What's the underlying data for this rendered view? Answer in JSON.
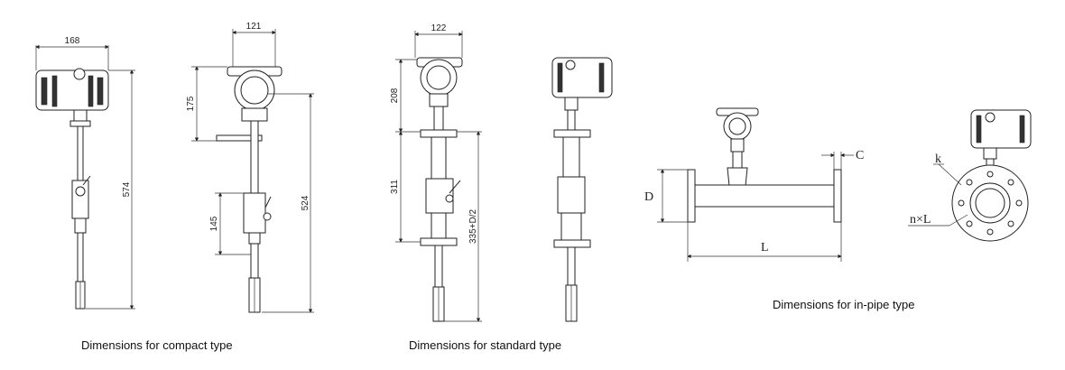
{
  "compact": {
    "caption": "Dimensions for compact type",
    "dims": {
      "width_left": "168",
      "width_right": "121",
      "head": "175",
      "total_left": "574",
      "total_right": "524",
      "valve": "145"
    }
  },
  "standard": {
    "caption": "Dimensions for standard type",
    "dims": {
      "width": "122",
      "head": "208",
      "mid": "311",
      "insert": "335+D/2"
    }
  },
  "inpipe": {
    "caption": "Dimensions for in-pipe type",
    "labels": {
      "c": "C",
      "d": "D",
      "l": "L",
      "k": "k",
      "nl": "n×L"
    }
  }
}
